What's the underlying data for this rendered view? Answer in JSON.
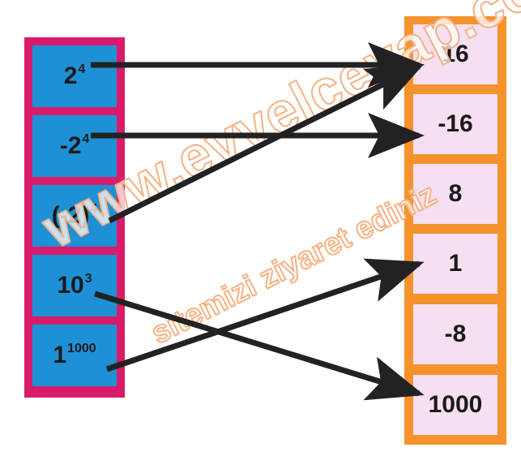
{
  "left_items": [
    {
      "base": "2",
      "exp": "4"
    },
    {
      "base": "-2",
      "exp": "4"
    },
    {
      "base": "(-2)",
      "exp": "4"
    },
    {
      "base": "10",
      "exp": "3"
    },
    {
      "base": "1",
      "exp": "1000"
    }
  ],
  "right_items": [
    "16",
    "-16",
    "8",
    "1",
    "-8",
    "1000"
  ],
  "watermark": {
    "main": "www.evvelcevap.com",
    "sub": "sitemizi ziyaret ediniz"
  },
  "colors": {
    "left_frame": "#d81b6a",
    "left_cell": "#1e90d6",
    "right_frame": "#f4922b",
    "right_cell": "#f6dff0",
    "arrow": "#222222"
  }
}
